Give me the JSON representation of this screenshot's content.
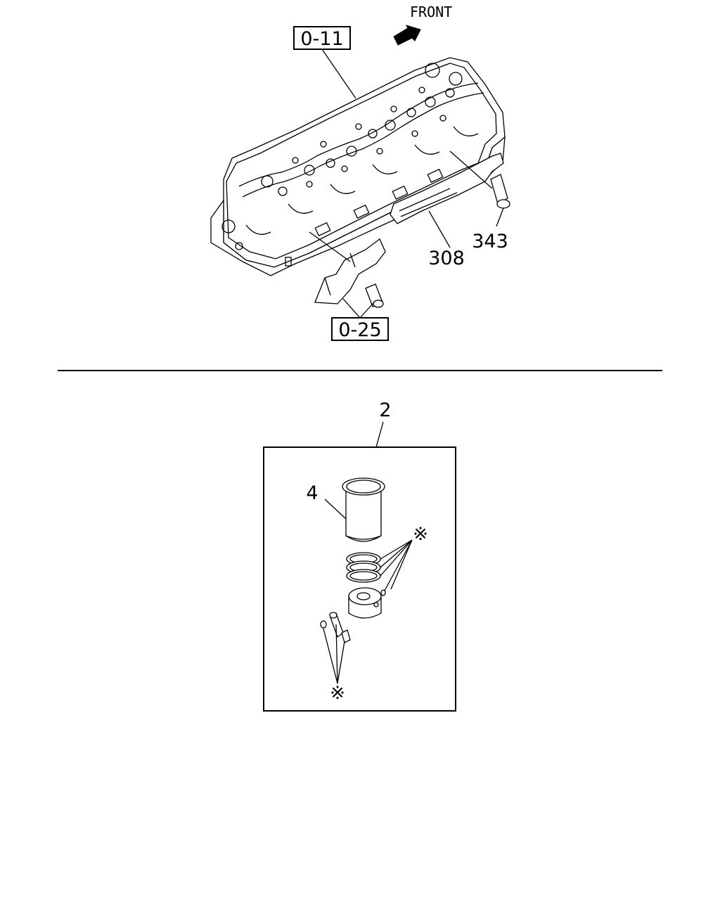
{
  "top_section": {
    "front_label": "FRONT",
    "ref_box_top": "0-11",
    "ref_box_bottom": "0-25",
    "callout_308": "308",
    "callout_343": "343"
  },
  "bottom_section": {
    "callout_2": "2",
    "callout_4": "4",
    "asterisk_upper": "※",
    "asterisk_lower": "※"
  }
}
